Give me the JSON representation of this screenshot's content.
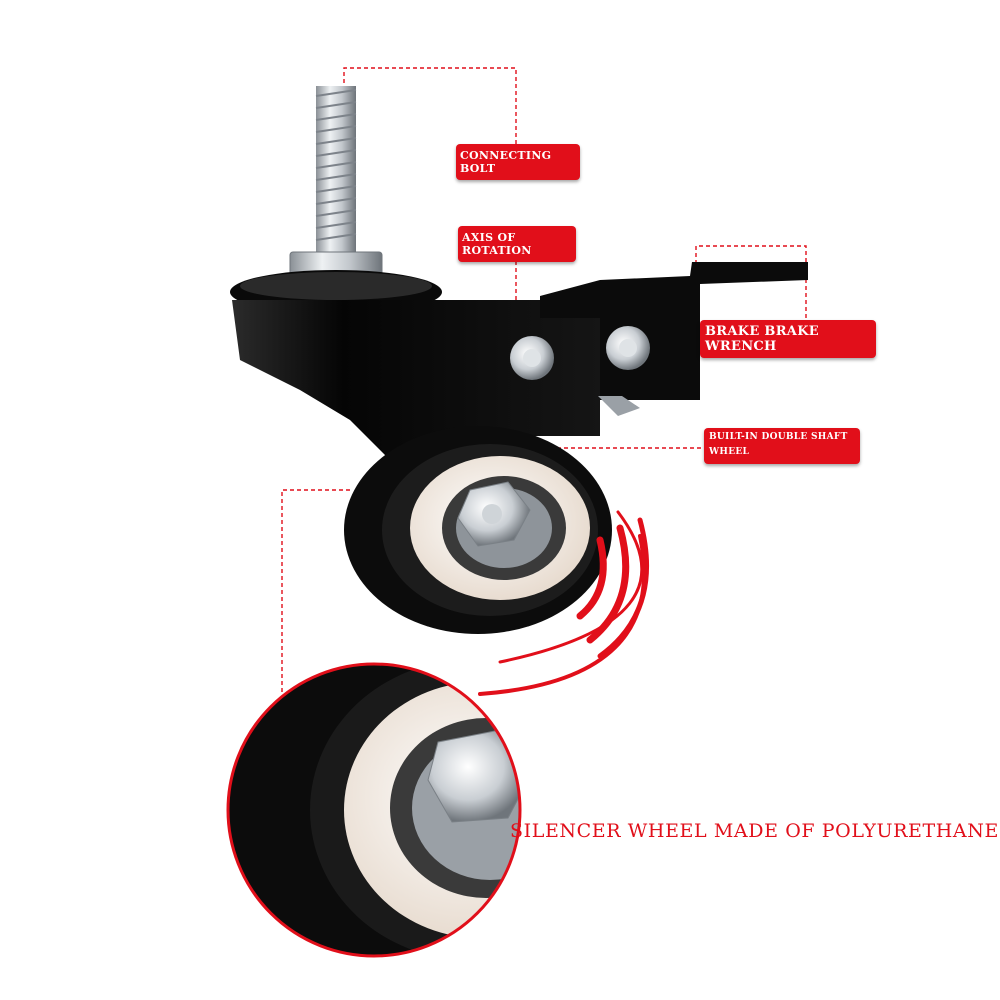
{
  "labels": {
    "connecting_bolt": "CONNECTING BOLT",
    "axis_of_rotation": "AXIS OF ROTATION",
    "brake_wrench": "BRAKE BRAKE WRENCH",
    "double_shaft_wheel": "BUILT-IN DOUBLE SHAFT WHEEL",
    "silencer_wheel": "SILENCER WHEEL MADE OF POLYURETHANE"
  },
  "colors": {
    "accent_red": "#e10f1a",
    "caster_black": "#0d0d0d",
    "bolt_silver": "#c7ccd1",
    "wheel_core": "#f3ebe2"
  }
}
